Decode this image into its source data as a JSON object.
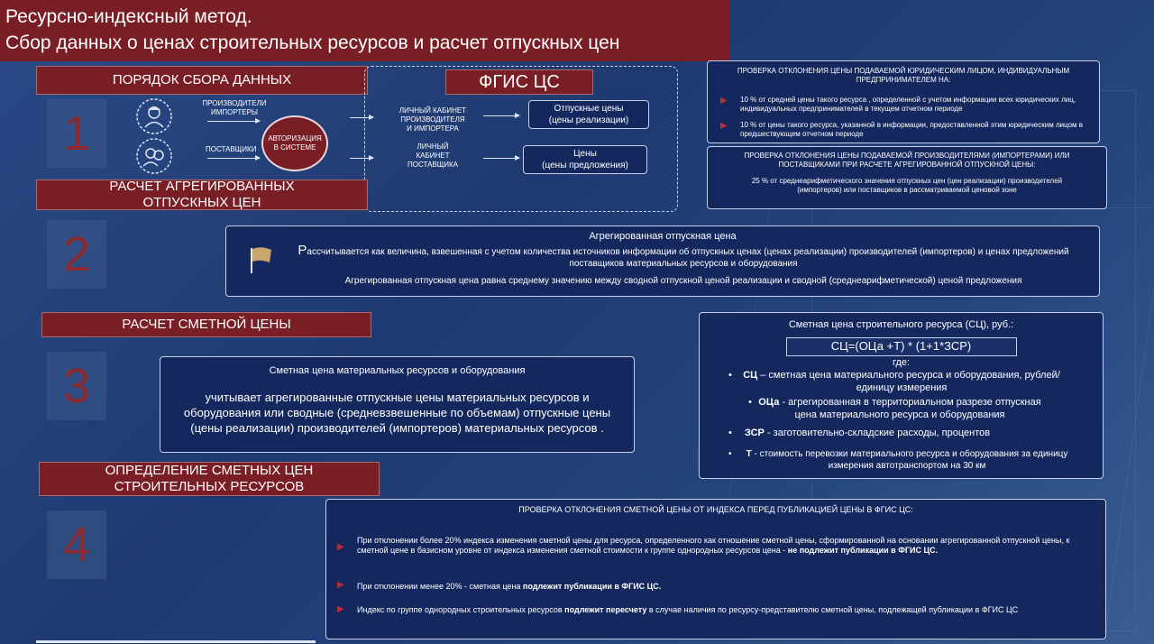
{
  "title": {
    "line1": "Ресурсно-индексный метод.",
    "line2": "Сбор данных о ценах строительных ресурсов и расчет отпускных цен"
  },
  "section1": {
    "header": "ПОРЯДОК СБОРА ДАННЫХ",
    "number": "1",
    "producers_label": "ПРОИЗВОДИТЕЛИ\nИМПОРТЕРЫ",
    "suppliers_label": "ПОСТАВЩИКИ",
    "auth_label": "АВТОРИЗАЦИЯ\nВ СИСТЕМЕ",
    "fgis_title": "ФГИС ЦС",
    "cabinet_producer": "ЛИЧНЫЙ КАБИНЕТ\nПРОИЗВОДИТЕЛЯ\nИ ИМПОРТЕРА",
    "cabinet_supplier": "ЛИЧНЫЙ\nКАБИНЕТ\nПОСТАВЩИКА",
    "price_sale": "Отпускные цены\n(цены реализации)",
    "price_offer": "Цены\n(цены предложения)"
  },
  "check1": {
    "title": "ПРОВЕРКА ОТКЛОНЕНИЯ ЦЕНЫ ПОДАВАЕМОЙ ЮРИДИЧЕСКИМ ЛИЦОМ, ИНДИВИДУАЛЬНЫМ ПРЕДПРИНИМАТЕЛЕМ НА:",
    "item1": "10 % от средней цены такого ресурса , определенной с учетом информации всех юридических лиц, индивидуальных предпринимателей в текущем отчетном периоде",
    "item2": "10 % от цены такого ресурса, указанной в информации, предоставленной этим юридическим лицом в предшествующем отчетном периоде"
  },
  "check2": {
    "title": "ПРОВЕРКА ОТКЛОНЕНИЯ ЦЕНЫ ПОДАВАЕМОЙ ПРОИЗВОДИТЕЛЯМИ (ИМПОРТЕРАМИ) ИЛИ ПОСТАВЩИКАМИ ПРИ РАСЧЕТЕ АГРЕГИРОВАННОЙ ОТПУСКНОЙ ЦЕНЫ:",
    "item1": "25 % от среднеарифметического значения отпускных цен (цен реализации) производителей (импортеров) или поставщиков в рассматриваемой ценовой зоне"
  },
  "section2": {
    "header": "РАСЧЕТ АГРЕГИРОВАННЫХ\nОТПУСКНЫХ ЦЕН",
    "number": "2",
    "panel_title": "Агрегированная отпускная цена",
    "drop_cap": "Р",
    "text1": "ассчитывается как величина, взвешенная с учетом количества источников информации об отпускных ценах (ценах реализации) производителей (импортеров) и ценах предложений поставщиков материальных ресурсов и оборудования",
    "text2": "Агрегированная отпускная цена равна среднему значению между сводной отпускной ценой реализации и сводной (среднеарифметической) ценой предложения"
  },
  "section3": {
    "header": "РАСЧЕТ СМЕТНОЙ ЦЕНЫ",
    "number": "3",
    "panel_title": "Сметная цена материальных ресурсов и оборудования",
    "panel_text": "учитывает агрегированные отпускные цены материальных ресурсов и оборудования или сводные (средневзвешенные по объемам) отпускные цены (цены реализации) производителей (импортеров) материальных ресурсов ."
  },
  "formula": {
    "title": "Сметная цена строительного ресурса (СЦ), руб.:",
    "formula": "СЦ=(ОЦа +Т) * (1+1*ЗСР)",
    "where": "где:",
    "sc_term": "СЦ",
    "sc_text": " – сметная цена материального ресурса и оборудования, рублей/единицу измерения",
    "oca_term": "ОЦа",
    "oca_text": " - агрегированная в территориальном разрезе отпускная цена материального ресурса и оборудования",
    "zsr_term": "ЗСР",
    "zsr_text": " - заготовительно-складские расходы, процентов",
    "t_term": "Т",
    "t_text": " - стоимость перевозки материального ресурса и оборудования за единицу измерения автотранспортом на 30 км"
  },
  "section4": {
    "header": "ОПРЕДЕЛЕНИЕ СМЕТНЫХ ЦЕН\nСТРОИТЕЛЬНЫХ РЕСУРСОВ",
    "number": "4",
    "panel_title": "ПРОВЕРКА ОТКЛОНЕНИЯ СМЕТНОЙ ЦЕНЫ ОТ ИНДЕКСА ПЕРЕД ПУБЛИКАЦИЕЙ ЦЕНЫ В ФГИС ЦС:",
    "item1_text": "При отклонении более 20% индекса изменения сметной цены для ресурса, определенного как отношение сметной цены, сформированной на основании агрегированной отпускной цены, к сметной цене в базисном уровне от индекса изменения сметной стоимости к группе однородных ресурсов цена - ",
    "item1_bold": "не подлежит публикации в ФГИС ЦС.",
    "item2_text": "При отклонении менее 20% - сметная цена ",
    "item2_bold": "подлежит публикации в ФГИС ЦС.",
    "item3_text": "Индекс по группе однородных строительных ресурсов ",
    "item3_bold": "подлежит пересчету",
    "item3_text2": " в случае наличия по ресурсу-представителю сметной цены, подлежащей публикации в ФГИС ЦС"
  },
  "colors": {
    "accent_red": "#7a1e26",
    "panel_blue": "#15285e",
    "background": "#24457d"
  }
}
